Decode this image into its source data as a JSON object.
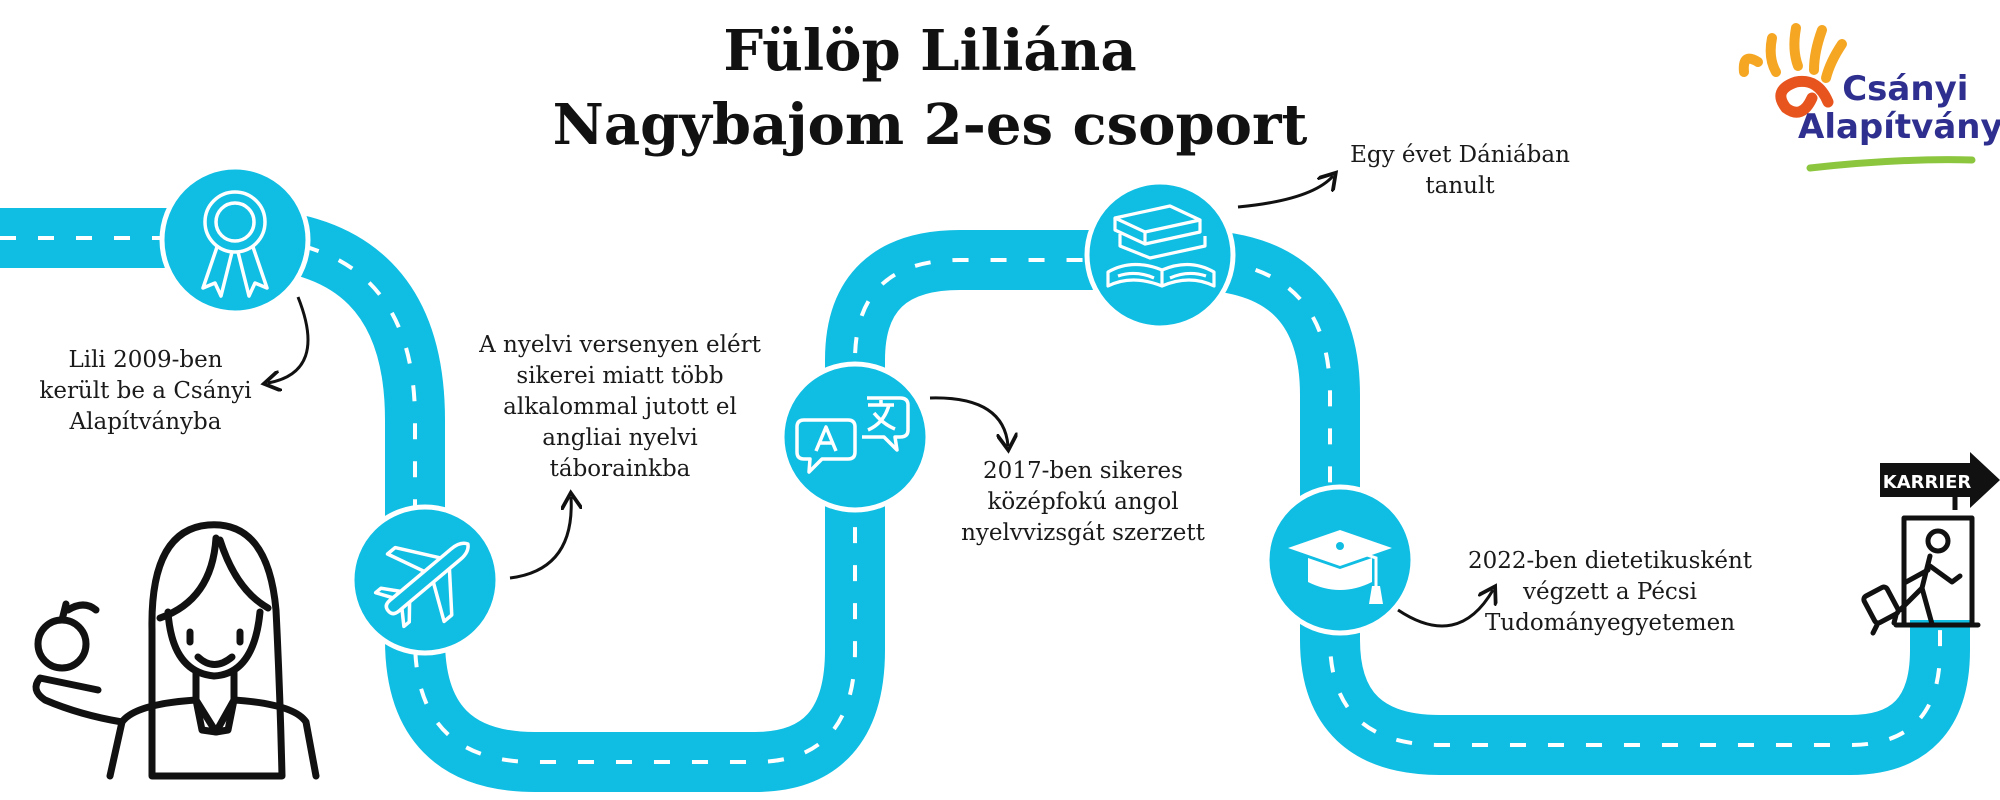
{
  "title": {
    "line1": "Fülöp Liliána",
    "line2": "Nagybajom 2-es csoport"
  },
  "captions": {
    "foundation": [
      "Lili 2009-ben",
      "került be a Csányi",
      "Alapítványba"
    ],
    "language_competitions": [
      "A nyelvi versenyen elért",
      "sikerei miatt több",
      "alkalommal jutott el",
      "angliai nyelvi",
      "táborainkba"
    ],
    "language_exam": [
      "2017-ben sikeres",
      "középfokú angol",
      "nyelvvizsgát szerzett"
    ],
    "denmark": [
      "Egy évet Dániában",
      "tanult"
    ],
    "graduation": [
      "2022-ben dietetikusként",
      "végzett a Pécsi",
      "Tudományegyetemen"
    ]
  },
  "logo": {
    "line1": "Csányi",
    "line2": "Alapítvány"
  },
  "career_sign": "KARRIER",
  "icons": {
    "milestone1": "award-ribbon-icon",
    "milestone2": "airplane-icon",
    "milestone3": "translate-icon",
    "milestone4": "books-icon",
    "milestone5": "graduation-cap-icon",
    "person": "woman-with-apple-icon",
    "exit": "traveler-exit-door-icon"
  },
  "colors": {
    "road": "#10bde3",
    "marking": "#ffffff",
    "logo_text": "#2e2f8f",
    "logo_sun": "#f5a623",
    "logo_swirl": "#e8541d",
    "logo_swoosh": "#8cc63f"
  }
}
